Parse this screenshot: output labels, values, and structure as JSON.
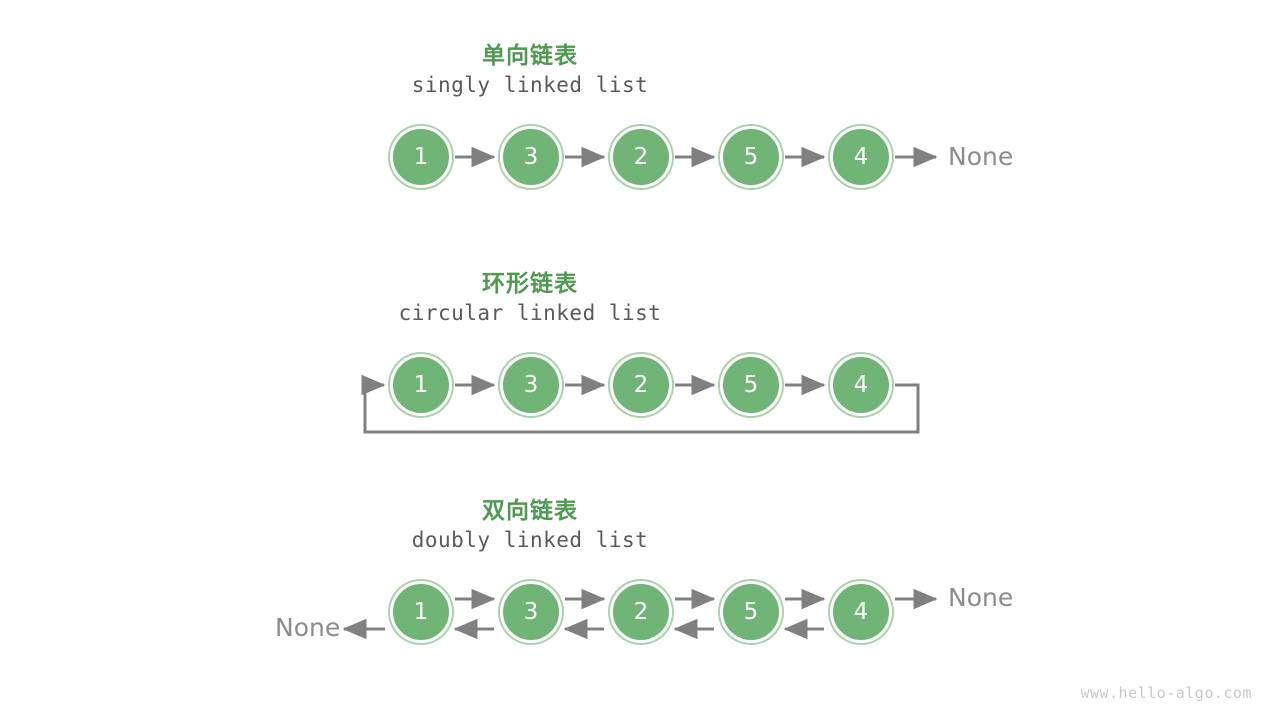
{
  "page": {
    "background": "#ffffff",
    "watermark": "www.hello-algo.com"
  },
  "theme": {
    "node_fill": "#70b476",
    "node_ring": "#a8d3ab",
    "node_text": "#ffffff",
    "heading_green": "#4e9a51",
    "subtitle_gray": "#5a5a5a",
    "arrow_gray": "#808080",
    "none_gray": "#8c8c8c",
    "watermark_gray": "#c8c8c8"
  },
  "sections": [
    {
      "id": "singly",
      "title_zh": "单向链表",
      "title_en": "singly linked list",
      "nodes": [
        "1",
        "3",
        "2",
        "5",
        "4"
      ],
      "tail_label": "None",
      "head_label": "",
      "loop_back": false,
      "bidirectional": false
    },
    {
      "id": "circular",
      "title_zh": "环形链表",
      "title_en": "circular linked list",
      "nodes": [
        "1",
        "3",
        "2",
        "5",
        "4"
      ],
      "tail_label": "",
      "head_label": "",
      "loop_back": true,
      "bidirectional": false
    },
    {
      "id": "doubly",
      "title_zh": "双向链表",
      "title_en": "doubly linked list",
      "nodes": [
        "1",
        "3",
        "2",
        "5",
        "4"
      ],
      "tail_label": "None",
      "head_label": "None",
      "loop_back": false,
      "bidirectional": true
    }
  ]
}
